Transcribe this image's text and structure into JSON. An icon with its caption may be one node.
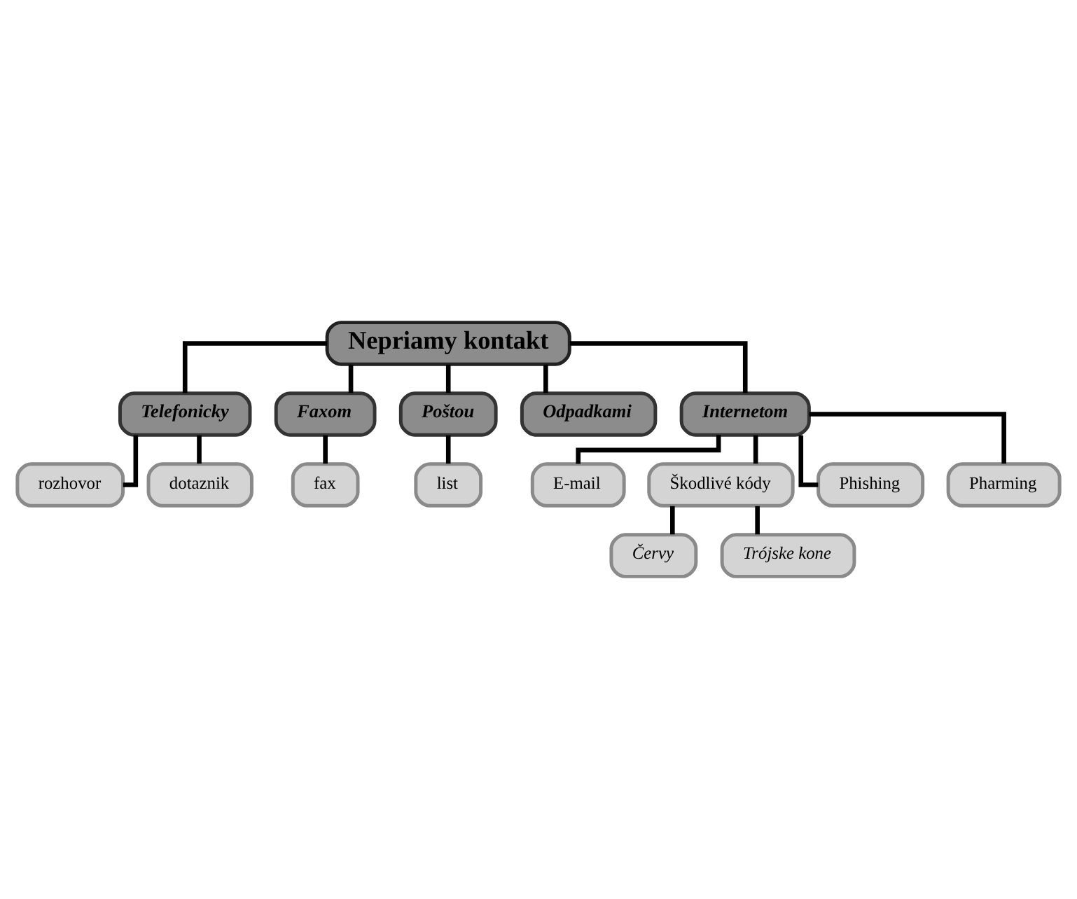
{
  "diagram": {
    "nodes": [
      {
        "text": [
          "Nepriamy kontakt"
        ]
      },
      {
        "text": [
          "Telefonicky"
        ]
      },
      {
        "text": [
          "rozhovor"
        ]
      },
      {
        "text": [
          "dotaznik"
        ]
      },
      {
        "text": [
          "Faxom"
        ]
      },
      {
        "text": [
          "fax"
        ]
      },
      {
        "text": [
          "Poštou"
        ]
      },
      {
        "text": [
          "list"
        ]
      },
      {
        "text": [
          "Odpadkami"
        ]
      },
      {
        "text": [
          "Internetom"
        ]
      },
      {
        "text": [
          "E-mail"
        ]
      },
      {
        "text": [
          "Škodlivé kódy"
        ]
      },
      {
        "text": [
          "Phishing"
        ]
      },
      {
        "text": [
          "Pharming"
        ]
      },
      {
        "text": [
          "Červy"
        ]
      },
      {
        "text": [
          "Trójske kone"
        ]
      }
    ],
    "edges": [
      {
        "from": 0,
        "to": 1,
        "arrow": "none"
      },
      {
        "from": 1,
        "to": 2,
        "arrow": "none"
      },
      {
        "from": 1,
        "to": 3,
        "arrow": "none"
      },
      {
        "from": 0,
        "to": 4,
        "arrow": "none"
      },
      {
        "from": 4,
        "to": 5,
        "arrow": "none"
      },
      {
        "from": 0,
        "to": 6,
        "arrow": "none"
      },
      {
        "from": 6,
        "to": 7,
        "arrow": "none"
      },
      {
        "from": 0,
        "to": 8,
        "arrow": "none"
      },
      {
        "from": 0,
        "to": 9,
        "arrow": "none"
      },
      {
        "from": 9,
        "to": 10,
        "arrow": "none"
      },
      {
        "from": 9,
        "to": 11,
        "arrow": "none"
      },
      {
        "from": 9,
        "to": 12,
        "arrow": "none"
      },
      {
        "from": 9,
        "to": 13,
        "arrow": "none"
      },
      {
        "from": 11,
        "to": 14,
        "arrow": "none"
      },
      {
        "from": 11,
        "to": 15,
        "arrow": "none"
      }
    ]
  }
}
